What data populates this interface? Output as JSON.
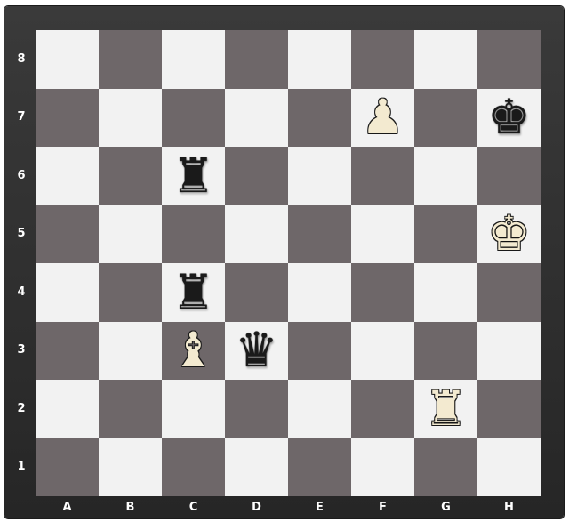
{
  "board": {
    "ranks": [
      "8",
      "7",
      "6",
      "5",
      "4",
      "3",
      "2",
      "1"
    ],
    "files": [
      "A",
      "B",
      "C",
      "D",
      "E",
      "F",
      "G",
      "H"
    ]
  },
  "pieces": [
    {
      "square": "F7",
      "color": "white",
      "type": "pawn",
      "glyph": "♟",
      "icon": "white-pawn-icon"
    },
    {
      "square": "H7",
      "color": "black",
      "type": "king",
      "glyph": "♚",
      "icon": "black-king-icon"
    },
    {
      "square": "C6",
      "color": "black",
      "type": "rook",
      "glyph": "♜",
      "icon": "black-rook-icon"
    },
    {
      "square": "H5",
      "color": "white",
      "type": "king",
      "glyph": "♚",
      "icon": "white-king-icon"
    },
    {
      "square": "C4",
      "color": "black",
      "type": "rook",
      "glyph": "♜",
      "icon": "black-rook-icon"
    },
    {
      "square": "C3",
      "color": "white",
      "type": "bishop",
      "glyph": "♝",
      "icon": "white-bishop-icon"
    },
    {
      "square": "D3",
      "color": "black",
      "type": "queen",
      "glyph": "♛",
      "icon": "black-queen-icon"
    },
    {
      "square": "G2",
      "color": "white",
      "type": "rook",
      "glyph": "♜",
      "icon": "white-rook-icon"
    }
  ],
  "colors": {
    "frame": "#2f2f2f",
    "light_square": "#f2f2f2",
    "dark_square": "#6e6769",
    "label": "#ffffff"
  }
}
